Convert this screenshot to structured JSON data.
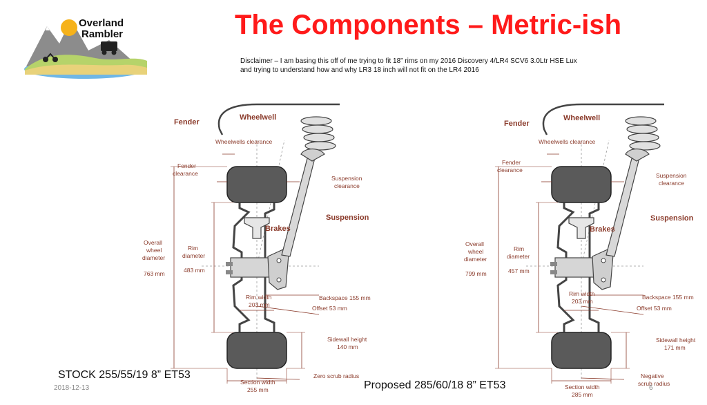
{
  "title": "The Components – Metric-ish",
  "disclaimer": {
    "line1": "Disclaimer – I am basing this off of me trying to fit 18” rims on my 2016 Discovery 4/LR4 SCV6 3.0Ltr HSE Lux",
    "line2": "and trying to understand how and why LR3 18 inch will not fit on the LR4 2016"
  },
  "logo": {
    "line1": "Overland",
    "line2": "Rambler"
  },
  "footer": {
    "date": "2018-12-13",
    "page": "6"
  },
  "colors": {
    "title": "#ff1a1a",
    "label": "#8a3a2a",
    "tire": "#5a5a5a"
  },
  "diagrams": [
    {
      "caption": "STOCK 255/55/19 8” ET53",
      "fender": "Fender",
      "wheelwell": "Wheelwell",
      "wheelwells_clearance": "Wheelwells clearance",
      "fender_clearance_1": "Fender",
      "fender_clearance_2": "clearance",
      "suspension_clearance_1": "Suspension",
      "suspension_clearance_2": "clearance",
      "suspension": "Suspension",
      "brakes": "Brakes",
      "overall_1": "Overall",
      "overall_2": "wheel",
      "overall_3": "diameter",
      "overall_value": "763 mm",
      "rim_1": "Rim",
      "rim_2": "diameter",
      "rim_value": "483 mm",
      "backspace": "Backspace 155 mm",
      "rim_width_1": "Rim width",
      "rim_width_2": "203 mm",
      "offset": "Offset 53 mm",
      "sidewall_1": "Sidewall height",
      "sidewall_2": "140 mm",
      "scrub_1": "Zero scrub radius",
      "scrub_2": "",
      "section_1": "Section width",
      "section_2": "255 mm"
    },
    {
      "caption": "Proposed 285/60/18 8” ET53",
      "fender": "Fender",
      "wheelwell": "Wheelwell",
      "wheelwells_clearance": "Wheelwells clearance",
      "fender_clearance_1": "Fender",
      "fender_clearance_2": "clearance",
      "suspension_clearance_1": "Suspension",
      "suspension_clearance_2": "clearance",
      "suspension": "Suspension",
      "brakes": "Brakes",
      "overall_1": "Overall",
      "overall_2": "wheel",
      "overall_3": "diameter",
      "overall_value": "799 mm",
      "rim_1": "Rim",
      "rim_2": "diameter",
      "rim_value": "457 mm",
      "backspace": "Backspace 155 mm",
      "rim_width_1": "Rim width",
      "rim_width_2": "203 mm",
      "offset": "Offset 53 mm",
      "sidewall_1": "Sidewall height",
      "sidewall_2": "171 mm",
      "scrub_1": "Negative",
      "scrub_2": "scrub radius",
      "section_1": "Section width",
      "section_2": "285 mm"
    }
  ]
}
